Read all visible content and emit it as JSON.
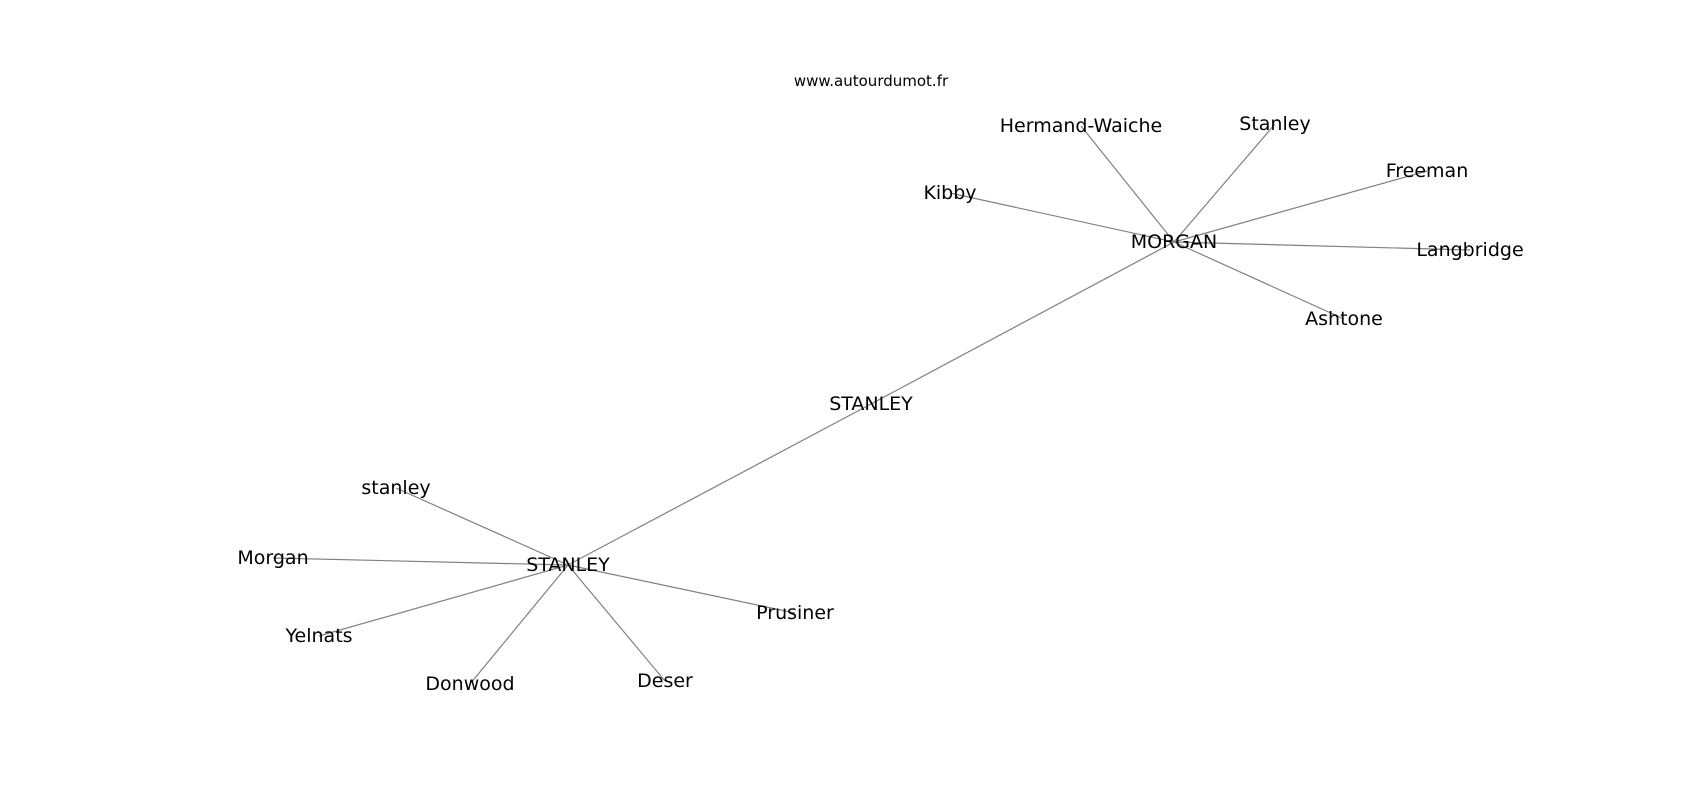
{
  "watermark": "www.autourdumot.fr",
  "graph": {
    "nodes": [
      {
        "id": "stanley_center",
        "label": "STANLEY",
        "name": "node-stanley-center"
      },
      {
        "id": "morgan_hub",
        "label": "MORGAN",
        "name": "node-morgan-hub"
      },
      {
        "id": "stanley_hub",
        "label": "STANLEY",
        "name": "node-stanley-hub"
      },
      {
        "id": "hermand_waiche",
        "label": "Hermand-Waiche",
        "name": "node-hermand-waiche"
      },
      {
        "id": "stanley_cap",
        "label": "Stanley",
        "name": "node-stanley-capitalized"
      },
      {
        "id": "freeman",
        "label": "Freeman",
        "name": "node-freeman"
      },
      {
        "id": "kibby",
        "label": "Kibby",
        "name": "node-kibby"
      },
      {
        "id": "langbridge",
        "label": "Langbridge",
        "name": "node-langbridge"
      },
      {
        "id": "ashtone",
        "label": "Ashtone",
        "name": "node-ashtone"
      },
      {
        "id": "stanley_lower",
        "label": "stanley",
        "name": "node-stanley-lowercase"
      },
      {
        "id": "morgan_cap",
        "label": "Morgan",
        "name": "node-morgan-capitalized"
      },
      {
        "id": "prusiner",
        "label": "Prusiner",
        "name": "node-prusiner"
      },
      {
        "id": "yelnats",
        "label": "Yelnats",
        "name": "node-yelnats"
      },
      {
        "id": "donwood",
        "label": "Donwood",
        "name": "node-donwood"
      },
      {
        "id": "deser",
        "label": "Deser",
        "name": "node-deser"
      }
    ],
    "edges": [
      [
        "stanley_center",
        "morgan_hub"
      ],
      [
        "stanley_center",
        "stanley_hub"
      ],
      [
        "morgan_hub",
        "hermand_waiche"
      ],
      [
        "morgan_hub",
        "stanley_cap"
      ],
      [
        "morgan_hub",
        "freeman"
      ],
      [
        "morgan_hub",
        "kibby"
      ],
      [
        "morgan_hub",
        "langbridge"
      ],
      [
        "morgan_hub",
        "ashtone"
      ],
      [
        "stanley_hub",
        "stanley_lower"
      ],
      [
        "stanley_hub",
        "morgan_cap"
      ],
      [
        "stanley_hub",
        "prusiner"
      ],
      [
        "stanley_hub",
        "yelnats"
      ],
      [
        "stanley_hub",
        "donwood"
      ],
      [
        "stanley_hub",
        "deser"
      ]
    ]
  }
}
